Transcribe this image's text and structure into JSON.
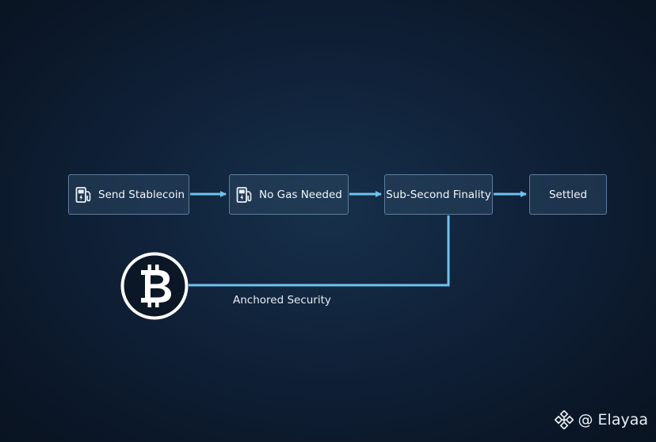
{
  "diagram": {
    "steps": [
      {
        "label": "Send Stablecoin",
        "icon": "fuel-pump-icon"
      },
      {
        "label": "No Gas Needed",
        "icon": "fuel-pump-icon"
      },
      {
        "label": "Sub-Second Finality"
      },
      {
        "label": "Settled"
      }
    ],
    "anchor": {
      "label": "Anchored Security",
      "icon": "bitcoin-icon"
    }
  },
  "watermark": {
    "text": "@ Elayaa",
    "icon": "binance-square-icon"
  },
  "colors": {
    "background": "#0d1b2e",
    "node_fill": "#28425e",
    "node_border": "#5d7e9c",
    "connector": "#6ec3ee",
    "text": "#f2f6fa"
  }
}
